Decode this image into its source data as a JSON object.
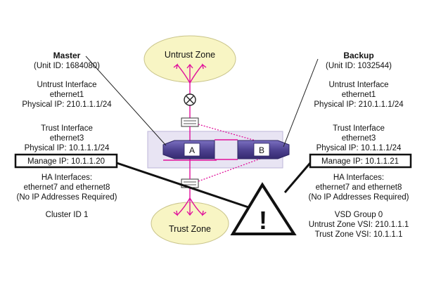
{
  "zones": {
    "untrust": "Untrust Zone",
    "trust": "Trust Zone"
  },
  "devices": {
    "a_label": "A",
    "b_label": "B"
  },
  "master": {
    "title": "Master",
    "unit_id": "(Unit ID: 1684080)",
    "untrust_interface": "Untrust Interface",
    "untrust_port": "ethernet1",
    "untrust_ip": "Physical IP: 210.1.1.1/24",
    "trust_interface": "Trust Interface",
    "trust_port": "ethernet3",
    "trust_ip": "Physical IP: 10.1.1.1/24",
    "manage_ip": "Manage IP: 10.1.1.20",
    "ha_interfaces": "HA Interfaces:",
    "ha_ports": "ethernet7 and ethernet8",
    "ha_note": "(No IP Addresses Required)",
    "cluster": "Cluster ID 1"
  },
  "backup": {
    "title": "Backup",
    "unit_id": "(Unit ID: 1032544)",
    "untrust_interface": "Untrust Interface",
    "untrust_port": "ethernet1",
    "untrust_ip": "Physical IP: 210.1.1.1/24",
    "trust_interface": "Trust Interface",
    "trust_port": "ethernet3",
    "trust_ip": "Physical IP: 10.1.1.1/24",
    "manage_ip": "Manage IP: 10.1.1.21",
    "ha_interfaces": "HA Interfaces:",
    "ha_ports": "ethernet7 and ethernet8",
    "ha_note": "(No IP Addresses Required)",
    "vsd_group": "VSD Group 0",
    "untrust_vsi": "Untrust Zone VSI: 210.1.1.1",
    "trust_vsi": "Trust Zone VSI: 10.1.1.1"
  },
  "warning": {
    "symbol": "!"
  },
  "colors": {
    "zone_fill": "#f8f5c4",
    "zone_stroke": "#c9c48a",
    "link": "#e0119b",
    "cluster_fill": "#e8e4f3",
    "device": "#5a4d98"
  }
}
